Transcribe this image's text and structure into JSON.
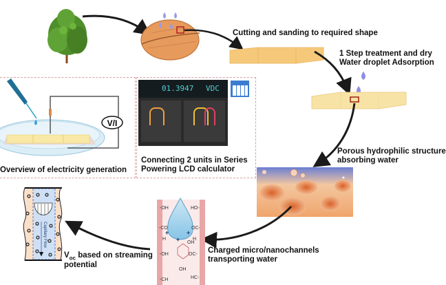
{
  "labels": {
    "cutting": "Cutting and sanding to required shape",
    "treatment_line1": "1 Step treatment and dry",
    "treatment_line2": "Water droplet Adsorption",
    "porous_line1": "Porous hydrophilic structure",
    "porous_line2": "absorbing water",
    "charged_line1": "Charged micro/nanochannels",
    "charged_line2": "transporting water",
    "voc_main": "V",
    "voc_sub": "oc",
    "voc_rest": " based on streaming",
    "voc_line2": "potential",
    "overview": "Overview of electricity generation",
    "series_line1": "Connecting 2 units in Series",
    "series_line2": "Powering LCD calculator",
    "meter_symbol": "V/I",
    "multimeter_reading": "01.3947",
    "multimeter_unit": "VDC",
    "capillary_flow": "Capillary Flow"
  },
  "chemistry": {
    "groups": [
      "-OH",
      "HO-",
      "-CO",
      "OC-",
      "H",
      "H",
      "OH",
      "-OH",
      "OC-",
      "OH",
      "-CH",
      "HC-"
    ],
    "charges": [
      "+",
      "+",
      "+"
    ]
  },
  "colors": {
    "wood": "#f6c97a",
    "wood_light": "#f8e3a6",
    "walnut": "#e69a5c",
    "water_drop": "#8e8ee8",
    "tree": "#4f8f2a",
    "arrow": "#1a1a1a",
    "highlight_box": "#b02020",
    "pipette": "#1f6f95",
    "foam_bg": "#6a7fd0"
  }
}
